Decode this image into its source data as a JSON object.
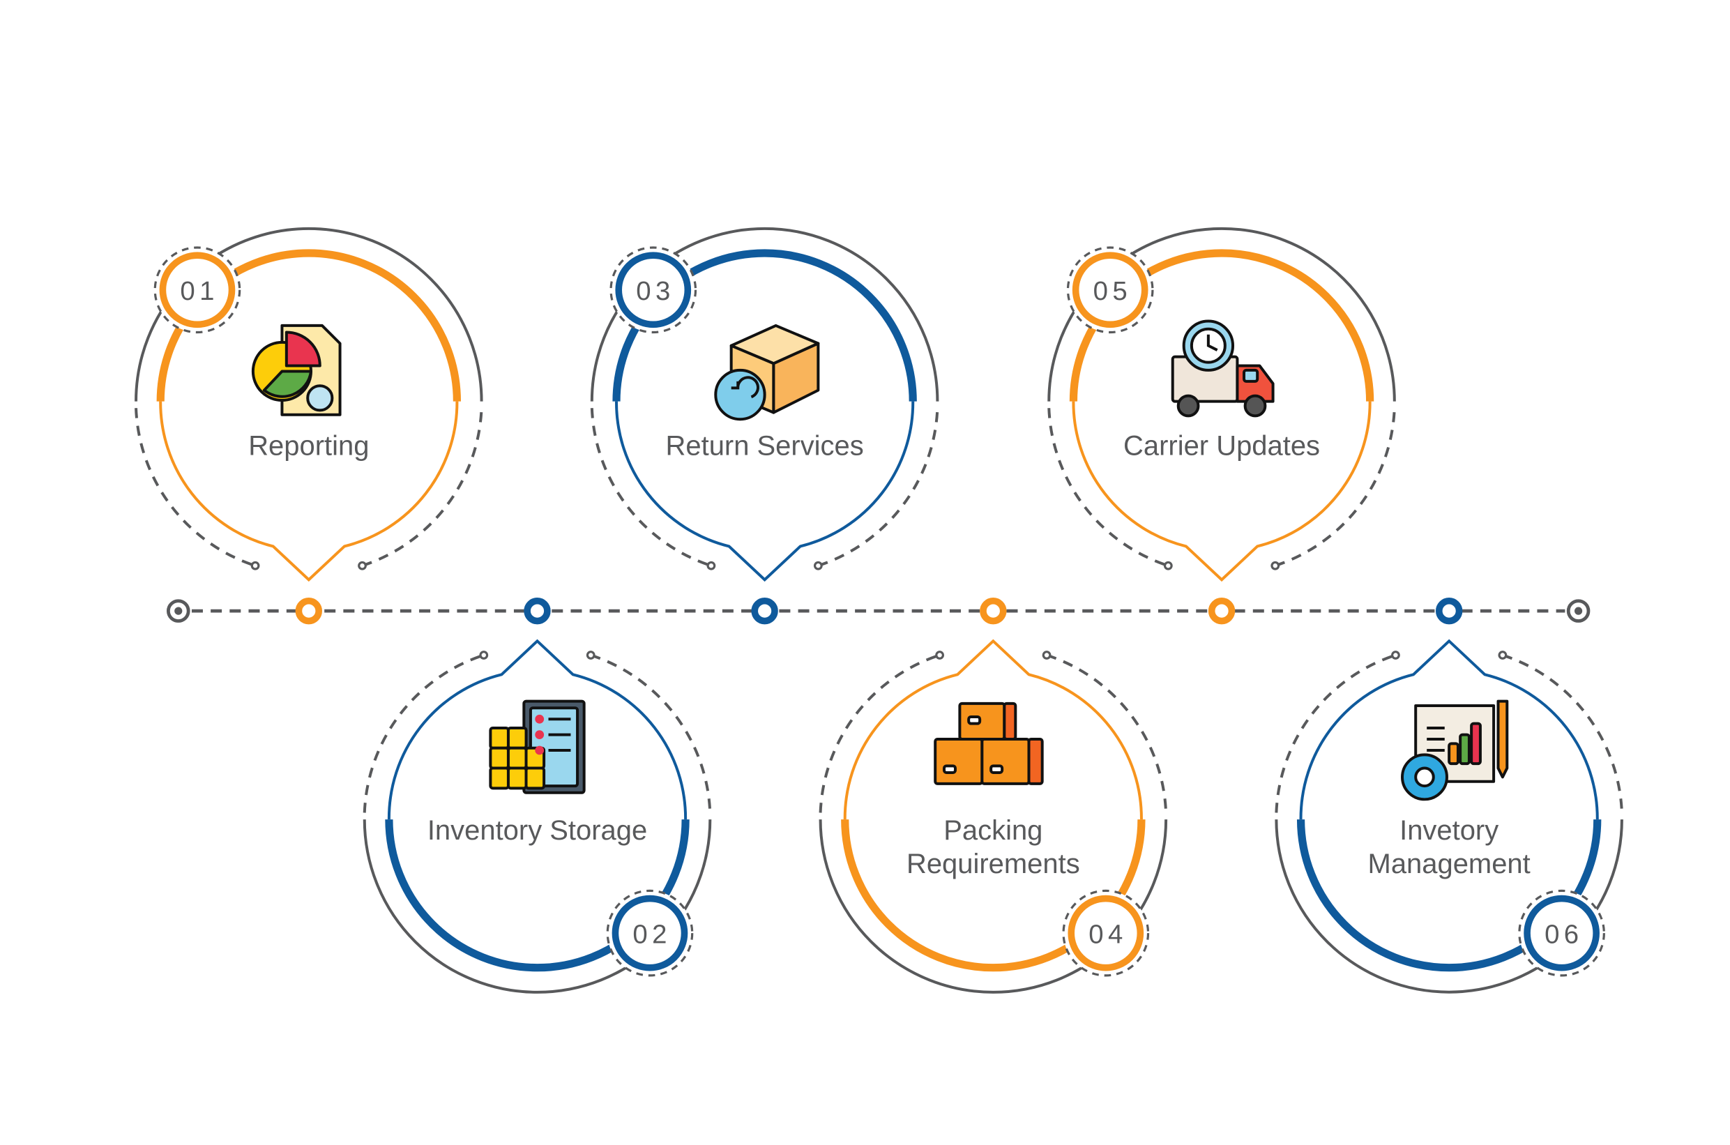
{
  "colors": {
    "orange": "#F7941D",
    "blue": "#0F5A9C",
    "gray": "#58595B"
  },
  "steps": [
    {
      "number": "01",
      "lines": [
        "Reporting"
      ],
      "color": "orange",
      "icon": "pie-chart-report-icon",
      "position": "top"
    },
    {
      "number": "02",
      "lines": [
        "Inventory Storage"
      ],
      "color": "blue",
      "icon": "inventory-checklist-icon",
      "position": "bottom"
    },
    {
      "number": "03",
      "lines": [
        "Return Services"
      ],
      "color": "blue",
      "icon": "return-box-icon",
      "position": "top"
    },
    {
      "number": "04",
      "lines": [
        "Packing",
        "Requirements"
      ],
      "color": "orange",
      "icon": "stacked-boxes-icon",
      "position": "bottom"
    },
    {
      "number": "05",
      "lines": [
        "Carrier Updates"
      ],
      "color": "orange",
      "icon": "delivery-truck-clock-icon",
      "position": "top"
    },
    {
      "number": "06",
      "lines": [
        "Invetory",
        "Management"
      ],
      "color": "blue",
      "icon": "report-gear-icon",
      "position": "bottom"
    }
  ]
}
